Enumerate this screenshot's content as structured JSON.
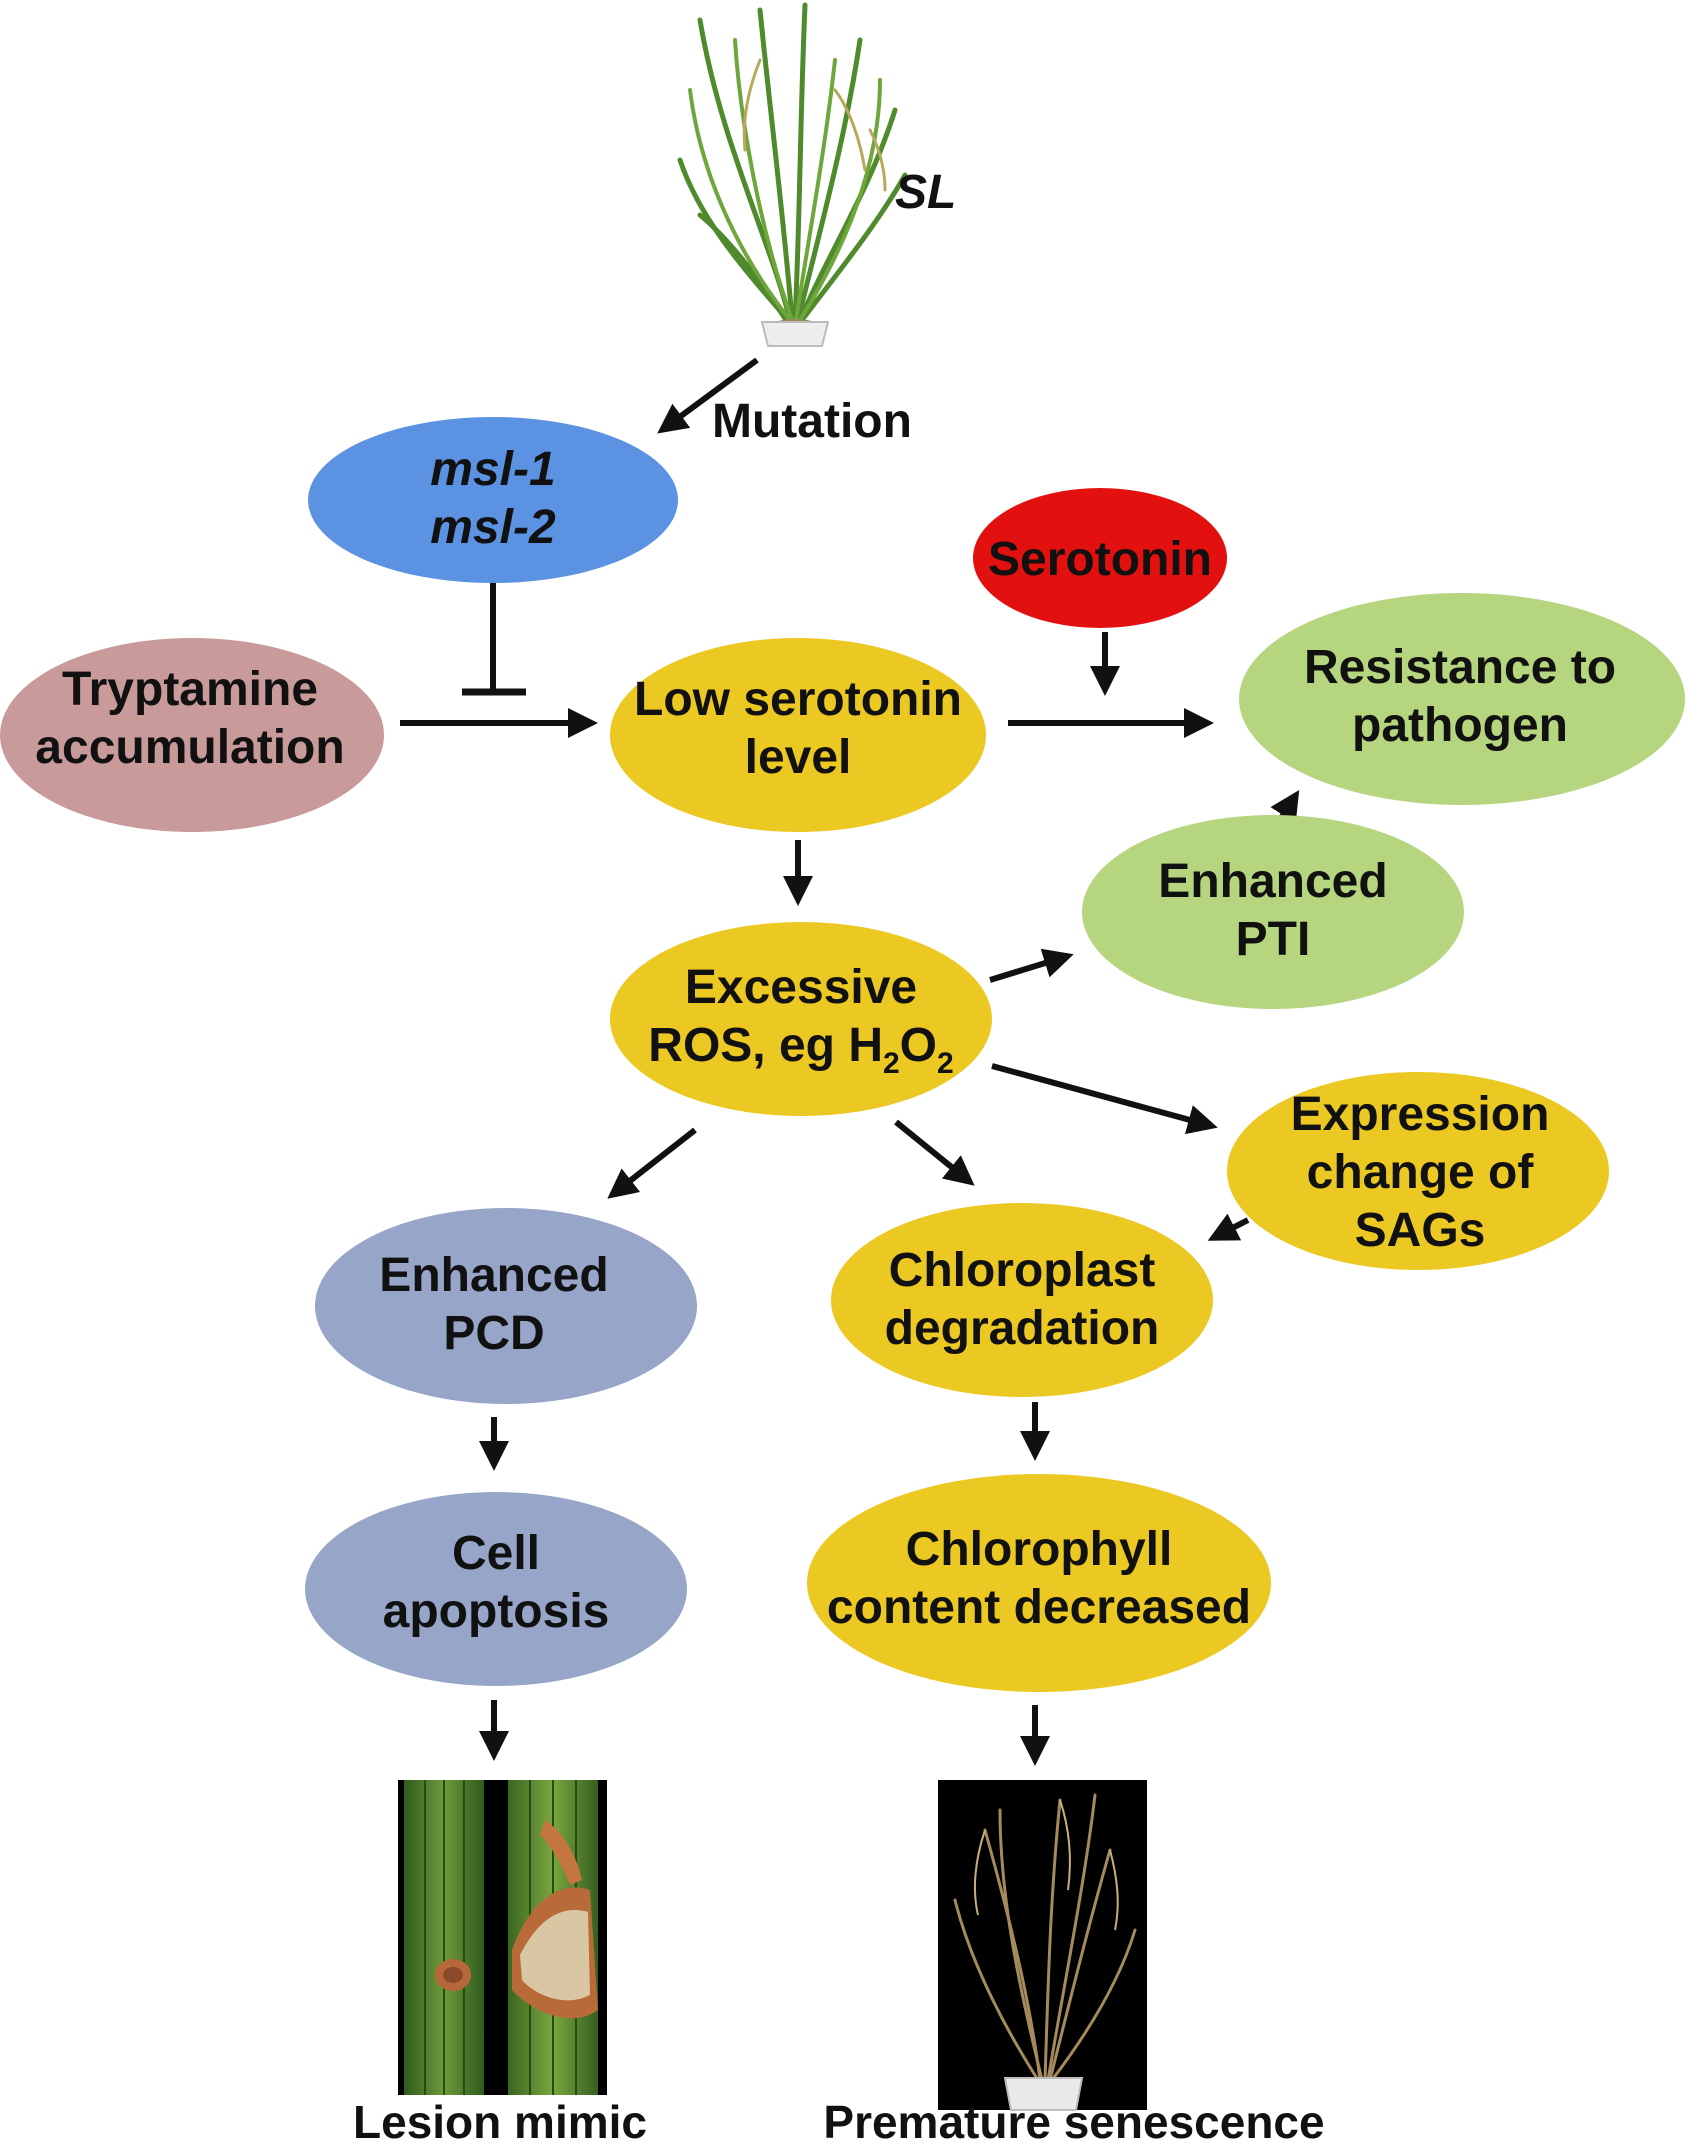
{
  "colors": {
    "blue": "#5b93e2",
    "rose": "#c89a9a",
    "yellow": "#ecc822",
    "green": "#b5d57e",
    "red": "#e31010",
    "slate": "#96a5c8",
    "arrow": "#111111"
  },
  "plant_label": "SL",
  "mutation_label": "Mutation",
  "nodes": {
    "msl": {
      "line1": "msl-1",
      "line2": "msl-2"
    },
    "tryptamine": {
      "line1": "Tryptamine",
      "line2": "accumulation"
    },
    "low_serotonin": {
      "line1": "Low serotonin",
      "line2": "level"
    },
    "serotonin": {
      "line1": "Serotonin"
    },
    "resistance": {
      "line1": "Resistance to",
      "line2": "pathogen"
    },
    "enhanced_pti": {
      "line1": "Enhanced",
      "line2": "PTI"
    },
    "ros": {
      "line1": "Excessive",
      "line2_prefix": "ROS, eg H",
      "sub1": "2",
      "mid": "O",
      "sub2": "2"
    },
    "expression": {
      "line1": "Expression",
      "line2": "change of",
      "line3": "SAGs"
    },
    "enhanced_pcd": {
      "line1": "Enhanced",
      "line2": "PCD"
    },
    "chloroplast": {
      "line1": "Chloroplast",
      "line2": "degradation"
    },
    "cell_apoptosis": {
      "line1": "Cell",
      "line2": "apoptosis"
    },
    "chlorophyll": {
      "line1": "Chlorophyll",
      "line2": "content decreased"
    }
  },
  "captions": {
    "lesion": "Lesion mimic",
    "senescence": "Premature senescence"
  }
}
